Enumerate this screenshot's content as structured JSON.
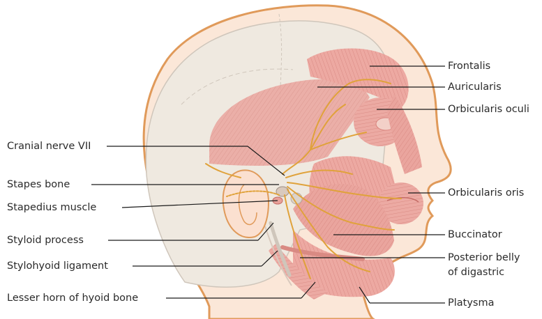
{
  "labels_left": [
    {
      "id": "cranial-nerve-vii",
      "text": "Cranial nerve VII"
    },
    {
      "id": "stapes-bone",
      "text": "Stapes bone"
    },
    {
      "id": "stapedius-muscle",
      "text": "Stapedius muscle"
    },
    {
      "id": "styloid-process",
      "text": "Styloid process"
    },
    {
      "id": "stylohyoid-ligament",
      "text": "Stylohyoid ligament"
    },
    {
      "id": "lesser-horn",
      "text": "Lesser horn of hyoid bone"
    }
  ],
  "labels_right": [
    {
      "id": "frontalis",
      "text": "Frontalis"
    },
    {
      "id": "auricularis",
      "text": "Auricularis"
    },
    {
      "id": "orbicularis-oculi",
      "text": "Orbicularis oculi"
    },
    {
      "id": "orbicularis-oris",
      "text": "Orbicularis oris"
    },
    {
      "id": "buccinator",
      "text": "Buccinator"
    },
    {
      "id": "posterior-belly-line1",
      "text": "Posterior belly"
    },
    {
      "id": "posterior-belly-line2",
      "text": "of digastric"
    },
    {
      "id": "platysma",
      "text": "Platysma"
    }
  ],
  "colors": {
    "skin_outline": "#e09a5a",
    "skin_fill": "#fbe7d8",
    "skull_fill": "#efe9e0",
    "muscle": "#e8a19a",
    "muscle_dark": "#d9827c",
    "nerve": "#e0a23a",
    "leader": "#1a1a1a"
  }
}
